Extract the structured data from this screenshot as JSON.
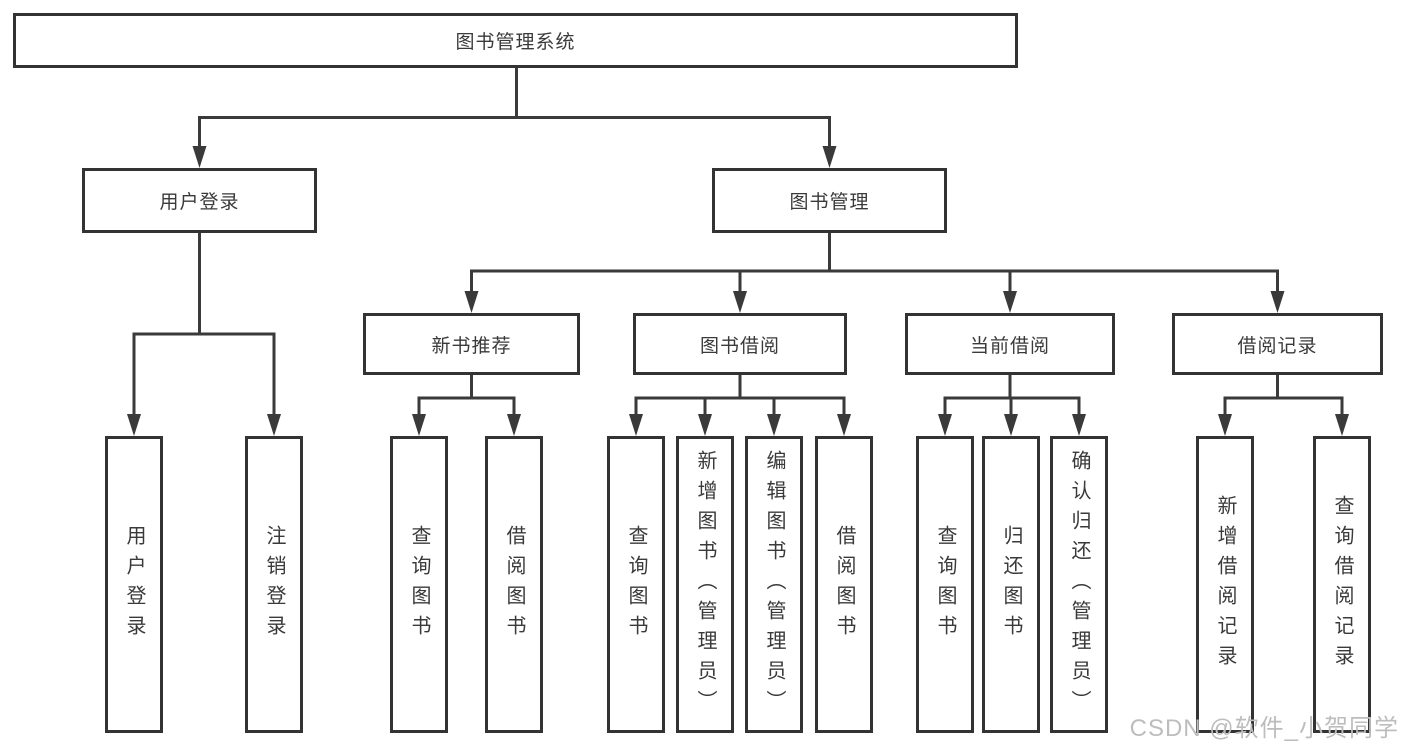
{
  "tree": {
    "label": "图书管理系统",
    "children": [
      {
        "label": "用户登录",
        "children": [
          {
            "label": "用户登录"
          },
          {
            "label": "注销登录"
          }
        ]
      },
      {
        "label": "图书管理",
        "children": [
          {
            "label": "新书推荐",
            "children": [
              {
                "label": "查询图书"
              },
              {
                "label": "借阅图书"
              }
            ]
          },
          {
            "label": "图书借阅",
            "children": [
              {
                "label": "查询图书"
              },
              {
                "label": "新增图书（管理员）"
              },
              {
                "label": "编辑图书（管理员）"
              },
              {
                "label": "借阅图书"
              }
            ]
          },
          {
            "label": "当前借阅",
            "children": [
              {
                "label": "查询图书"
              },
              {
                "label": "归还图书"
              },
              {
                "label": "确认归还（管理员）"
              }
            ]
          },
          {
            "label": "借阅记录",
            "children": [
              {
                "label": "新增借阅记录"
              },
              {
                "label": "查询借阅记录"
              }
            ]
          }
        ]
      }
    ]
  },
  "watermark": {
    "text": "CSDN @软件_小贺同学",
    "color": "#bdbdbd"
  },
  "colors": {
    "line": "#3a3a3a",
    "border": "#333333",
    "text": "#3a3a3a",
    "background": "#ffffff"
  }
}
